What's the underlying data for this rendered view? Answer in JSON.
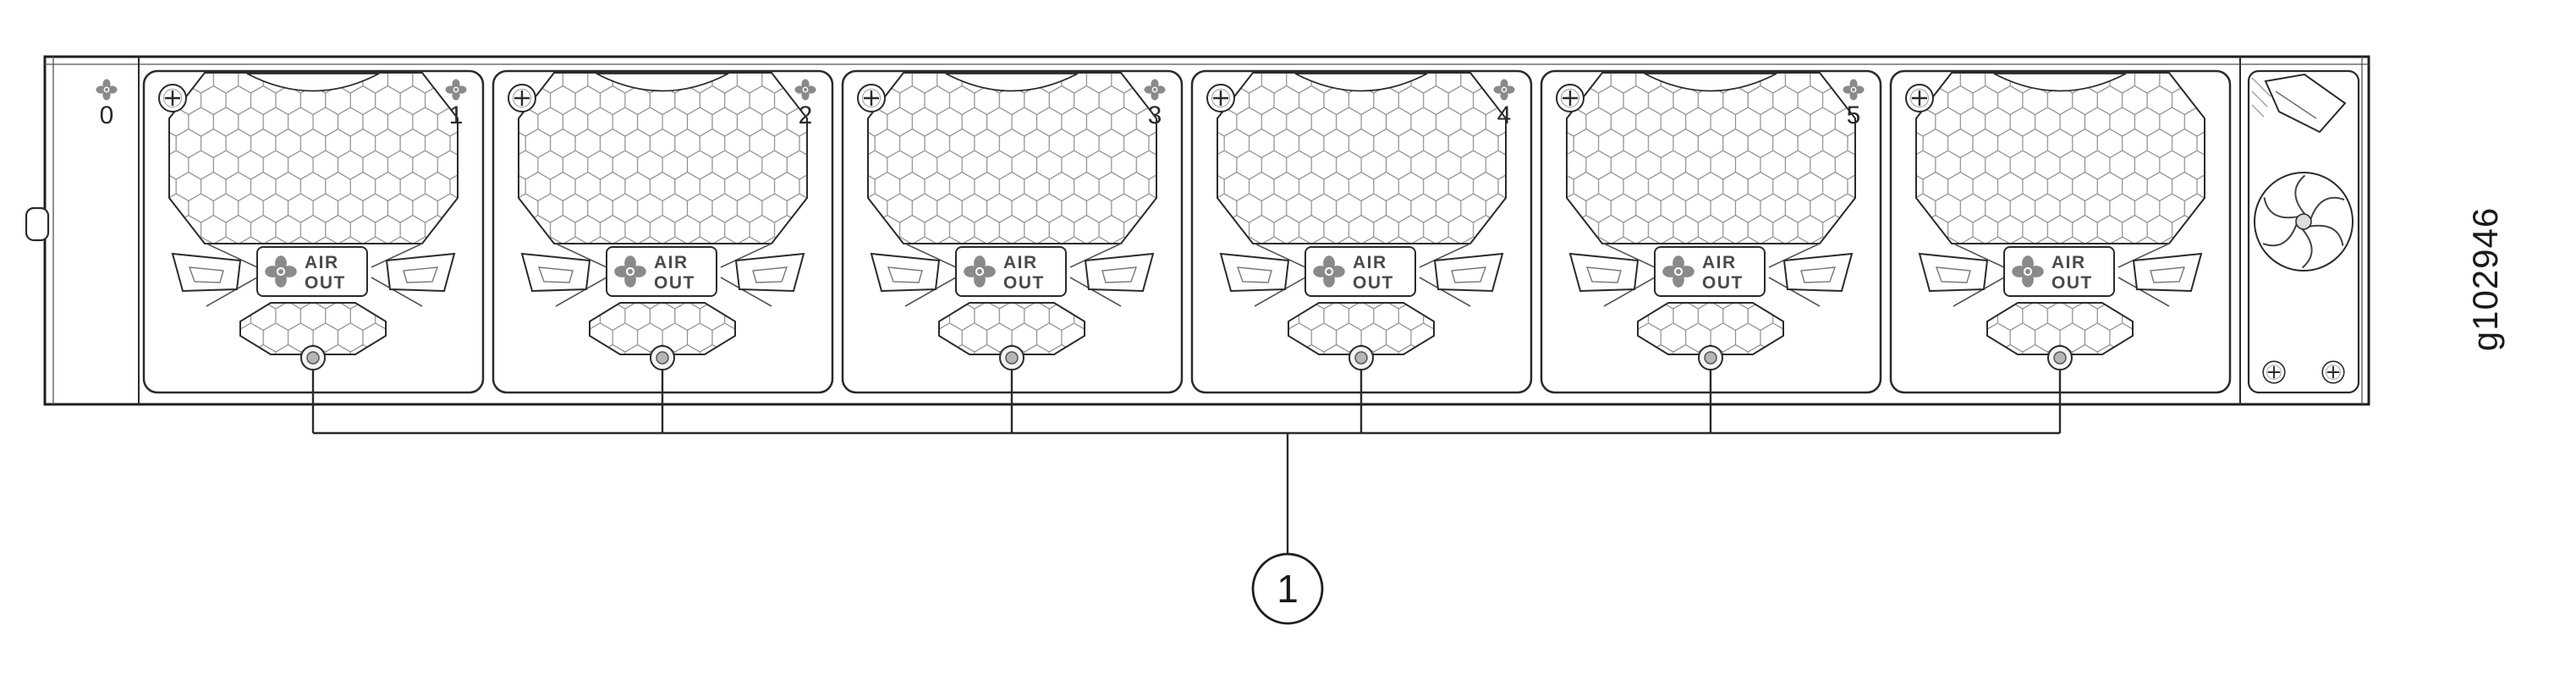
{
  "figure_id": "g102946",
  "callout": {
    "number": "1"
  },
  "modules": [
    {
      "number": "0",
      "air_line1": "AIR",
      "air_line2": "OUT"
    },
    {
      "number": "1",
      "air_line1": "AIR",
      "air_line2": "OUT"
    },
    {
      "number": "2",
      "air_line1": "AIR",
      "air_line2": "OUT"
    },
    {
      "number": "3",
      "air_line1": "AIR",
      "air_line2": "OUT"
    },
    {
      "number": "4",
      "air_line1": "AIR",
      "air_line2": "OUT"
    },
    {
      "number": "5",
      "air_line1": "AIR",
      "air_line2": "OUT"
    }
  ],
  "colors": {
    "line_art": "#2b2b2b",
    "mesh": "#8c8c8c",
    "background": "#ffffff"
  }
}
